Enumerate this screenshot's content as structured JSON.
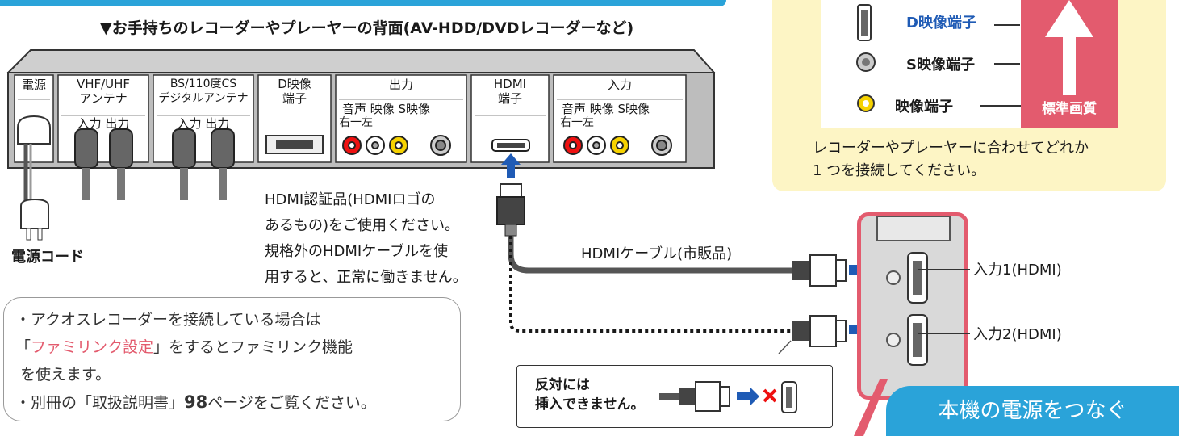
{
  "recorder": {
    "caption": "▼お手持ちのレコーダーやプレーヤーの背面(AV-HDD/DVDレコーダーなど)",
    "sections": {
      "power": "電源",
      "vhf": [
        "VHF/UHF",
        "アンテナ"
      ],
      "vhf_io": "入力 出力",
      "bs": [
        "BS/110度CS",
        "デジタルアンテナ"
      ],
      "bs_io": "入力 出力",
      "d": [
        "D映像",
        "端子"
      ],
      "out": "出力",
      "out_sub": "音声 映像 S映像",
      "out_sub2": "右一左",
      "hdmi": [
        "HDMI",
        "端子"
      ],
      "in": "入力",
      "in_sub": "音声 映像 S映像",
      "in_sub2": "右一左"
    }
  },
  "power_cord_label": "電源コード",
  "hdmi_note": [
    "HDMI認証品(HDMIロゴの",
    "あるもの)をご使用ください。",
    "規格外のHDMIケーブルを使",
    "用すると、正常に働きません。"
  ],
  "cable_label": "HDMIケーブル(市販品)",
  "inputs": {
    "in1": "入力1(HDMI)",
    "in2": "入力2(HDMI)"
  },
  "reverse_note": [
    "反対には",
    "挿入できません。"
  ],
  "legend": {
    "d_video": "D映像端子",
    "s_video": "S映像端子",
    "video": "映像端子",
    "quality": "標準画質",
    "note": [
      "レコーダーやプレーヤーに合わせてどれか",
      "1 つを接続してください。"
    ]
  },
  "notes": {
    "line1": "・アクオスレコーダーを接続している場合は",
    "line2_open": "「",
    "line2_link": "ファミリンク設定",
    "line2_rest": "」をするとファミリンク機能",
    "line3": "を使えます。",
    "line4_pre": "・別冊の「取扱説明書」",
    "line4_num": "98",
    "line4_post": "ページをご覧ください。"
  },
  "banner": "本機の電源をつなぐ",
  "colors": {
    "blue": "#1f5bb5",
    "red": "#e35b6e",
    "banner": "#2aa3d9",
    "yellow_bg": "#fdf5c5"
  }
}
